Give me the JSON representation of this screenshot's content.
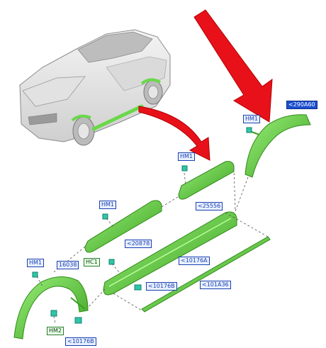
{
  "colors": {
    "part_green": "#6ad84a",
    "part_green_dark": "#3aa020",
    "arrow_red": "#e8111a",
    "label_blue": "#1a3fb0",
    "clip_teal": "#2fc6a8"
  },
  "labels": {
    "hm1_front": "HM1",
    "code_front_arch": "<290A60",
    "hm1_upper": "HM1",
    "code_upper_molding": "<25556",
    "hm1_middle": "HM1",
    "code_middle_molding": "<20878",
    "hc1": "HC1",
    "code_sill": "<10176A",
    "code_sill_clip": "<10176B",
    "code_lower_strip": "<101A36",
    "hm1_rear": "HM1",
    "code_rear_arch": "16038",
    "hm2": "HM2",
    "code_rear_clip": "<10176B"
  }
}
